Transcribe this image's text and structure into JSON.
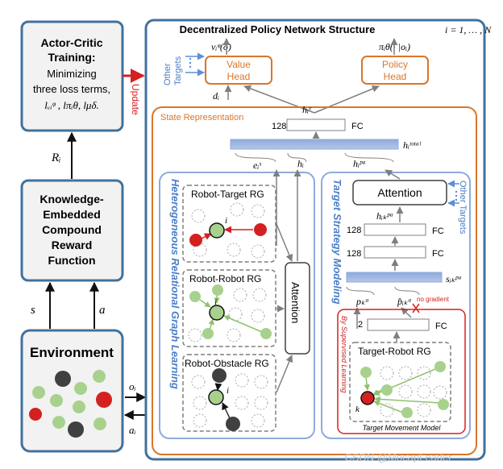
{
  "left": {
    "actor_critic": {
      "title": [
        "Actor-Critic",
        "Training:"
      ],
      "body": [
        "Minimizing",
        "three loss terms,"
      ],
      "loss": "lᵥᵢᵠ , lπᵢθ, lμδ."
    },
    "r_label": "Rᵢ",
    "knowledge": [
      "Knowledge-",
      "Embedded",
      "Compound",
      "Reward",
      "Function"
    ],
    "s_label": "s",
    "a_label": "a",
    "environment": "Environment",
    "o_label": "oᵢ",
    "a_i_label": "aᵢ",
    "update_label": "Update"
  },
  "main": {
    "title": "Decentralized Policy Network Structure",
    "index": "i = 1, … , N",
    "value_expr": "vᵢᵠ(o)",
    "policy_expr": "πᵢθ(· |oᵢ)",
    "value_head": [
      "Value",
      "Head"
    ],
    "policy_head": [
      "Policy",
      "Head"
    ],
    "other_targets": [
      "Other",
      "Targets"
    ],
    "d_label": "dᵢ",
    "state_rep": "State Representation",
    "h_e": "hᵢᵉ",
    "n128": "128",
    "fc": "FC",
    "h_total": "hᵢᵗᵒᵗᵃˡ",
    "e_s": "eᵢˢ",
    "h_i": "hᵢ",
    "h_pa": "hᵢᵖᵃ"
  },
  "hrgl": {
    "title": "Heterogeneous Relational Graph Learning",
    "rg1": "Robot-Target RG",
    "rg2": "Robot-Robot RG",
    "rg3": "Robot-Obstacle RG",
    "node_i": "i",
    "attention": "Attention"
  },
  "tsm": {
    "title": "Target Strategy Modeling",
    "attention": "Attention",
    "other_targets": [
      "Other Targets"
    ],
    "h_ik_pa": "hᵢₖᵖᵃ",
    "s_ik_pa": "sᵢₖᵖᵃ",
    "p_k_a": "pₖᵃ",
    "p_hat_ik_a": "p̂ᵢₖᵃ",
    "no_gradient": "no gradient",
    "n128a": "128",
    "n128b": "128",
    "n2": "2",
    "fc": "FC",
    "supervised": "By Supervised Learning",
    "target_robot_rg": "Target-Robot RG",
    "node_k": "k",
    "tmm": "Target Movement Model"
  },
  "watermark": "CSDN @MocapLeader",
  "colors": {
    "box_blue": "#41719c",
    "arrow_gray": "#808080",
    "orange": "#d9762b",
    "light_blue": "#8faadc",
    "red": "#d42020",
    "green_node": "#a9d18e",
    "dark_node": "#404040",
    "panel_fill": "#f2f2f2"
  }
}
